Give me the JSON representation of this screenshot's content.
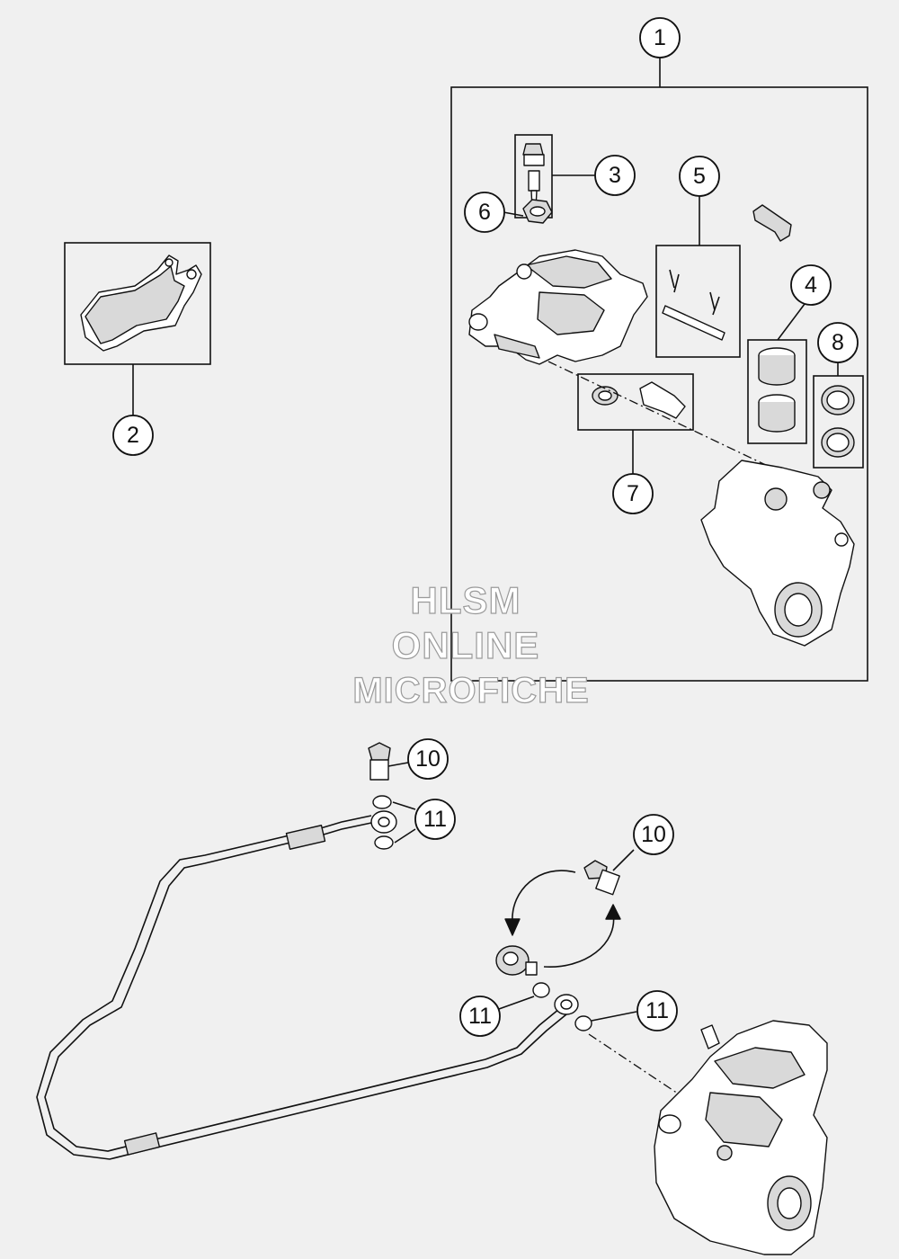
{
  "diagram": {
    "callouts": [
      {
        "id": "c1",
        "label": "1"
      },
      {
        "id": "c2",
        "label": "2"
      },
      {
        "id": "c3",
        "label": "3"
      },
      {
        "id": "c4",
        "label": "4"
      },
      {
        "id": "c5",
        "label": "5"
      },
      {
        "id": "c6",
        "label": "6"
      },
      {
        "id": "c7",
        "label": "7"
      },
      {
        "id": "c8",
        "label": "8"
      },
      {
        "id": "c10a",
        "label": "10"
      },
      {
        "id": "c10b",
        "label": "10"
      },
      {
        "id": "c11a",
        "label": "11"
      },
      {
        "id": "c11b",
        "label": "11"
      },
      {
        "id": "c11c",
        "label": "11"
      }
    ]
  },
  "watermark": {
    "line1": "HLSM",
    "line2": "ONLINE",
    "line3": "MICROFICHE"
  },
  "colors": {
    "background": "#f0f0f0",
    "line": "#111111"
  }
}
